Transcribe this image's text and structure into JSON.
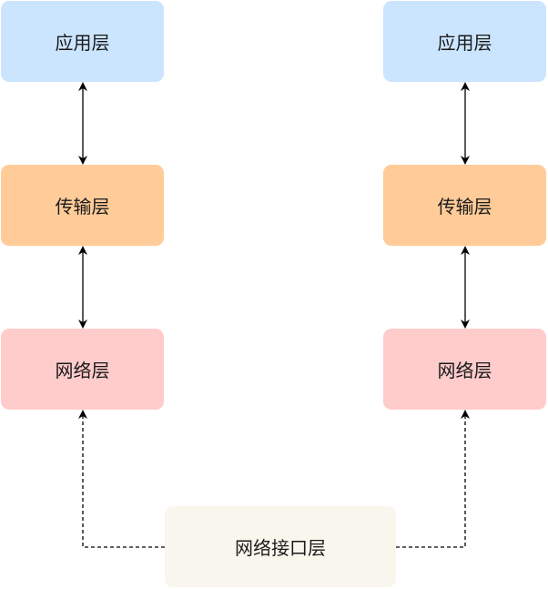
{
  "nodes": {
    "left_app": "应用层",
    "left_transport": "传输层",
    "left_network": "网络层",
    "right_app": "应用层",
    "right_transport": "传输层",
    "right_network": "网络层",
    "network_interface": "网络接口层"
  },
  "colors": {
    "application": "#cce5ff",
    "transport": "#ffcc99",
    "network": "#ffcccc",
    "network_interface": "#f9f6ed",
    "arrow": "#000000"
  }
}
